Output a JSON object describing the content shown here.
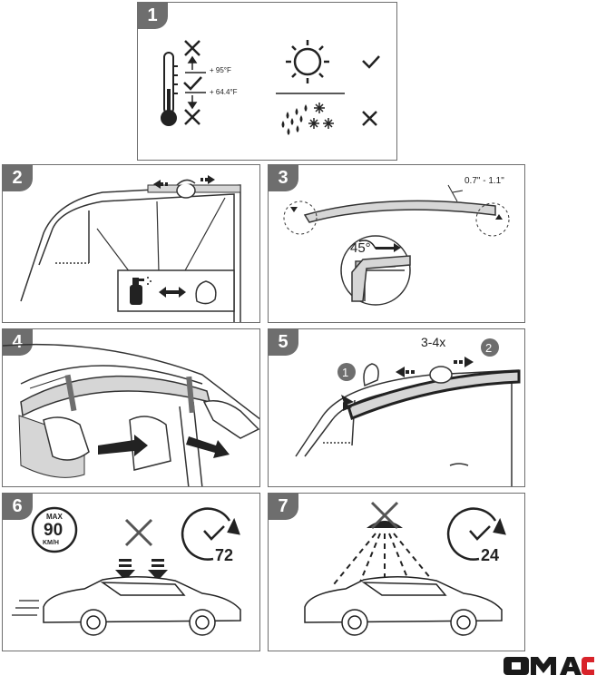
{
  "steps": [
    {
      "number": "1",
      "temp_high": "+ 95°F",
      "temp_low": "+ 64.4°F"
    },
    {
      "number": "2"
    },
    {
      "number": "3",
      "gap": "0.7\" - 1.1\"",
      "angle": "45°"
    },
    {
      "number": "4"
    },
    {
      "number": "5",
      "repeat": "3-4x",
      "marker_1": "1",
      "marker_2": "2"
    },
    {
      "number": "6",
      "speed_max": "MAX",
      "speed_value": "90",
      "speed_unit": "KM/H",
      "hours": "72"
    },
    {
      "number": "7",
      "hours": "24"
    }
  ],
  "brand": {
    "name": "OMAC",
    "colors": {
      "dark": "#1a1a1a",
      "accent": "#d8232a"
    }
  },
  "colors": {
    "panel_border": "#6e6e6e",
    "line": "#333333",
    "fill_gray": "#d6d6d6"
  }
}
